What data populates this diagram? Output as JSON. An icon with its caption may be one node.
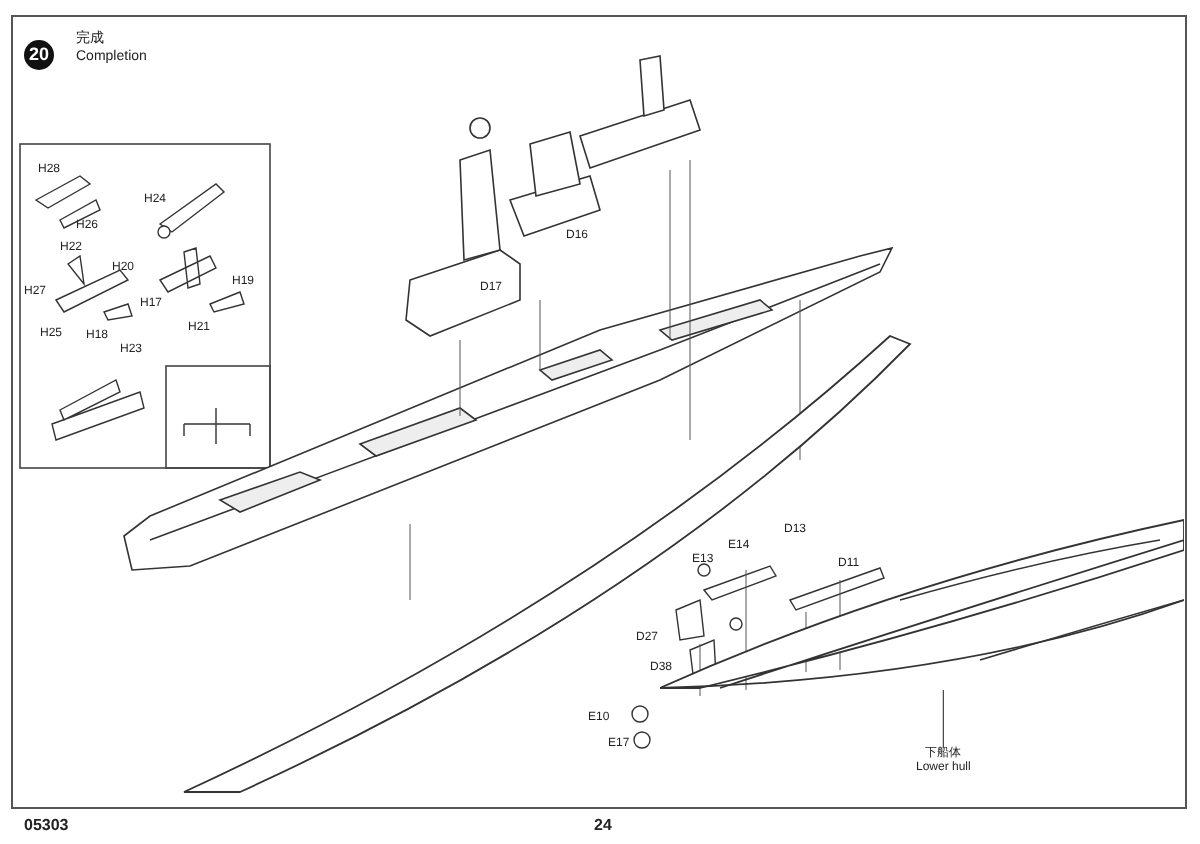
{
  "diagram": {
    "nodes": [
      {
        "text": [
          "下船体",
          "Lower hull"
        ]
      },
      {
        "text": [],
        "shape": "picture"
      }
    ],
    "edges": [
      {
        "from": 0,
        "to": 1,
        "arrow": "none"
      }
    ],
    "labels": [
      "20",
      "完成",
      "Completion",
      "H28",
      "H24",
      "H26",
      "H22",
      "H20",
      "H19",
      "H27",
      "H17",
      "H21",
      "H25",
      "H18",
      "H23",
      "D16",
      "D17",
      "E13",
      "E14",
      "D13",
      "D11",
      "D27",
      "D38",
      "E10",
      "E17",
      "05303",
      "24"
    ]
  }
}
